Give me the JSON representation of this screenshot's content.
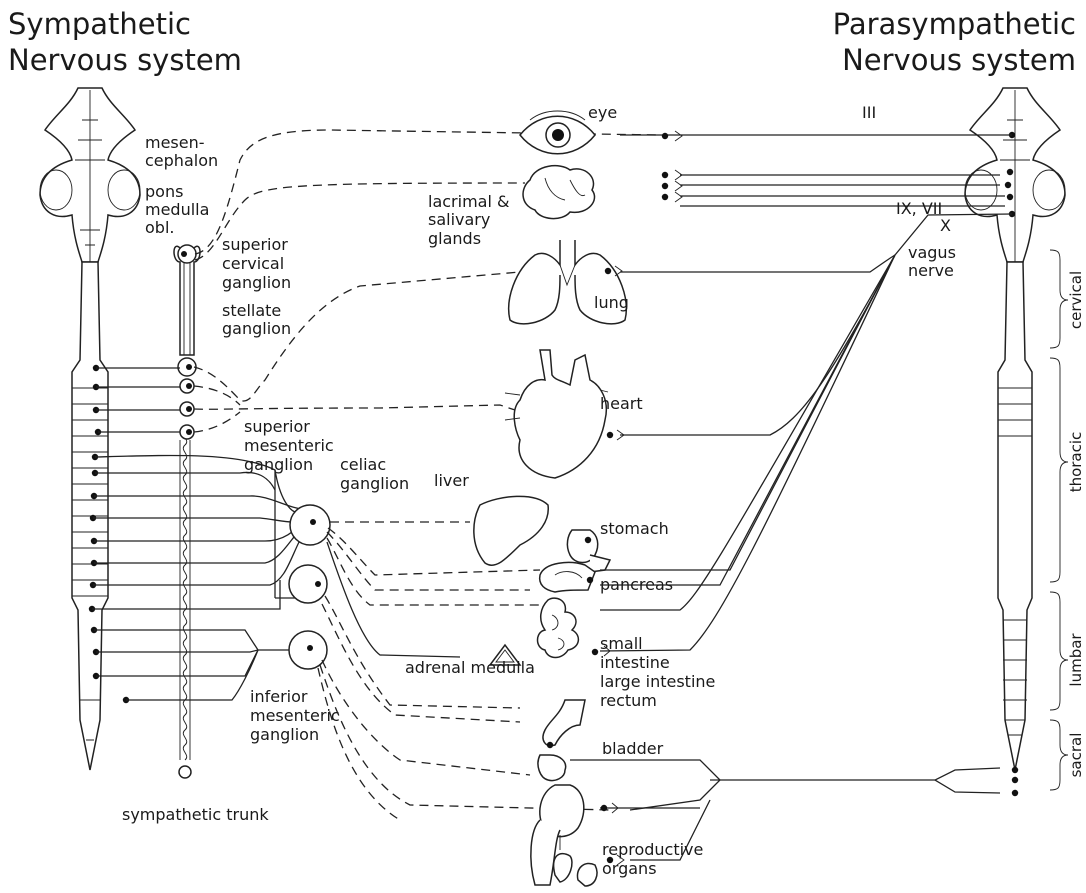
{
  "titles": {
    "sympathetic_line1": "Sympathetic",
    "sympathetic_line2": "Nervous system",
    "parasympathetic_line1": "Parasympathetic",
    "parasympathetic_line2": "Nervous system"
  },
  "labels": {
    "mesen": "mesen-",
    "cephalon": "cephalon",
    "pons": "pons",
    "medulla": "medulla",
    "obl": "obl.",
    "superior_cervical_1": "superior",
    "superior_cervical_2": "cervical",
    "superior_cervical_3": "ganglion",
    "stellate_1": "stellate",
    "stellate_2": "ganglion",
    "sup_mes_1": "superior",
    "sup_mes_2": "mesenteric",
    "sup_mes_3": "ganglion",
    "celiac_1": "celiac",
    "celiac_2": "ganglion",
    "inf_mes_1": "inferior",
    "inf_mes_2": "mesenteric",
    "inf_mes_3": "ganglion",
    "sympathetic_trunk": "sympathetic trunk",
    "eye": "eye",
    "lacrimal_1": "lacrimal &",
    "lacrimal_2": "salivary",
    "lacrimal_3": "glands",
    "lung": "lung",
    "heart": "heart",
    "liver": "liver",
    "stomach": "stomach",
    "pancreas": "pancreas",
    "small_intestine_1": "small",
    "small_intestine_2": "intestine",
    "large_intestine": "large intestine",
    "rectum": "rectum",
    "adrenal_medulla": "adrenal medulla",
    "bladder": "bladder",
    "reproductive_1": "reproductive",
    "reproductive_2": "organs",
    "nerve_iii": "III",
    "nerve_ix_vii": "IX, VII",
    "nerve_x": "X",
    "vagus_1": "vagus",
    "vagus_2": "nerve"
  },
  "regions": {
    "cervical": "cervical",
    "thoracic": "thoracic",
    "lumbar": "lumbar",
    "sacral": "sacral"
  }
}
